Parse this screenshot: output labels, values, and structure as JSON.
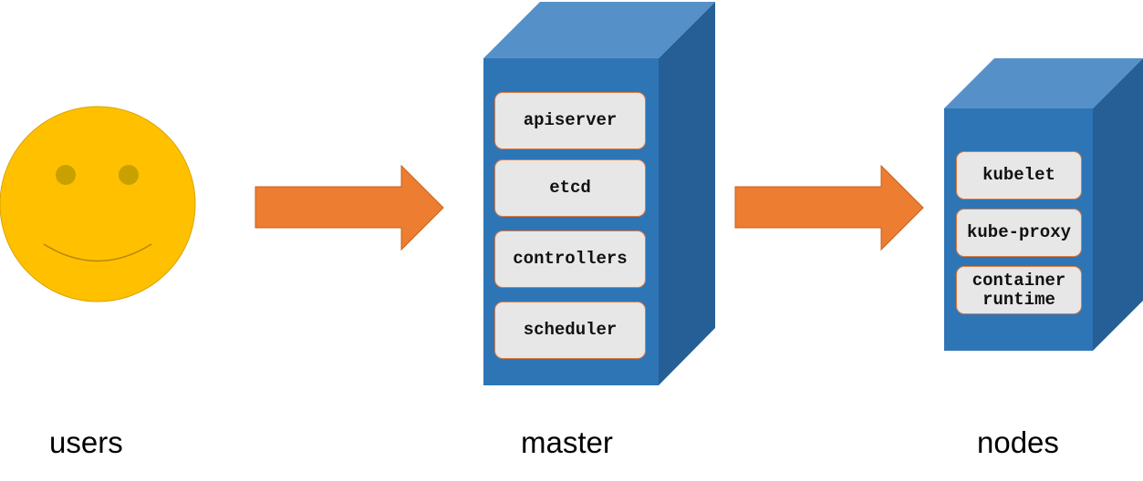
{
  "labels": {
    "users": "users",
    "master": "master",
    "nodes": "nodes"
  },
  "master": {
    "components": [
      "apiserver",
      "etcd",
      "controllers",
      "scheduler"
    ]
  },
  "node": {
    "components": [
      "kubelet",
      "kube-proxy",
      "container runtime"
    ]
  },
  "colors": {
    "smiley_fill": "#ffc000",
    "smiley_eye": "#c8a000",
    "arrow": "#ed7d31",
    "server_front": "#2e75b6",
    "server_top": "#5591c8",
    "server_side": "#255f96",
    "component_fill": "#e7e7e7",
    "component_border": "#e07a3c"
  },
  "icons": {
    "users": "smiley-face-icon",
    "flow": "right-arrow-icon",
    "server": "server-box-icon"
  }
}
